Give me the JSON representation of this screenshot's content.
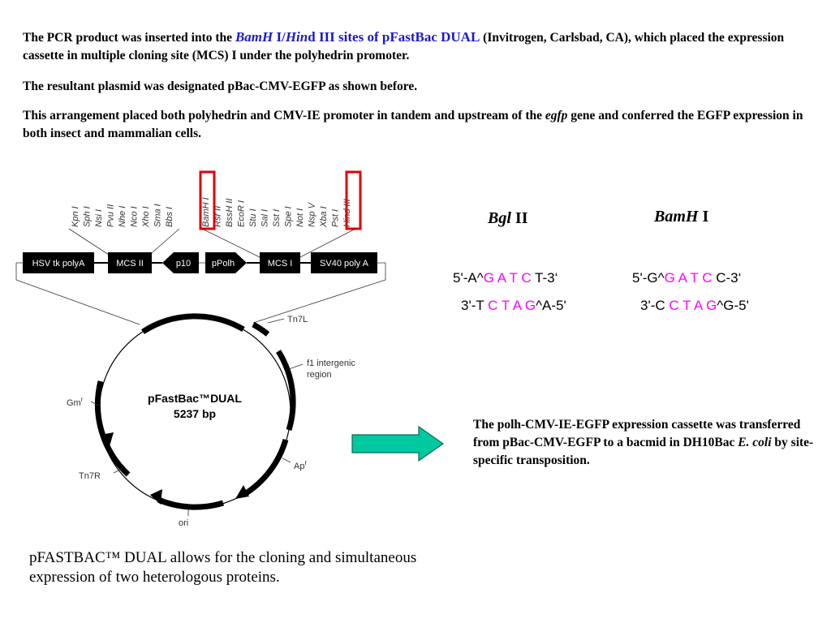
{
  "paragraph1": {
    "prefix": "The PCR product was inserted into the ",
    "bamh": "BamH",
    "i_slash": " I/",
    "hin": "Hin",
    "d_sites": "d III sites of pFastBac DUAL",
    "suffix": " (Invitrogen, Carlsbad, CA), which placed the expression cassette in multiple cloning site (MCS) I under the polyhedrin promoter."
  },
  "paragraph2": "The resultant plasmid was designated pBac-CMV-EGFP as shown before.",
  "paragraph3": {
    "prefix": "This arrangement placed both polyhedrin and CMV-IE promoter in tandem and upstream of the ",
    "gene": "egfp",
    "suffix": " gene and conferred the EGFP expression in both insect and mammalian cells."
  },
  "map": {
    "sites": [
      "Kpn I",
      "Sph I",
      "Nsi I",
      "Pvu II",
      "Nhe I",
      "Nco I",
      "Xho I",
      "Sma I",
      "Bbs I",
      "BamH I",
      "Rsr II",
      "BssH II",
      "EcoR I",
      "Stu I",
      "Sal I",
      "Sst I",
      "Spe I",
      "Not I",
      "Nsp V",
      "Xba I",
      "Pst I",
      "Hind III"
    ],
    "elements": [
      "HSV tk polyA",
      "MCS II",
      "p10",
      "pPolh",
      "MCS I",
      "SV40 poly A"
    ],
    "plasmid_name_line1": "pFastBac™DUAL",
    "plasmid_size": "5237 bp",
    "features": {
      "tn7l": "Tn7L",
      "f1_line1": "f1 intergenic",
      "f1_line2": "region",
      "gm": "Gm",
      "gm_sup": "r",
      "ap": "Ap",
      "ap_sup": "r",
      "tn7r": "Tn7R",
      "ori": "ori"
    },
    "highlight_color": "#e00000"
  },
  "enzymes": {
    "bgl_name": "Bgl",
    "bgl_num": " II",
    "bamh_name": "BamH",
    "bamh_num": " I"
  },
  "sequences": {
    "bgl_top_prefix": "5'-A^",
    "bgl_top_site": "G A T C",
    "bgl_top_suffix": " T-3‘",
    "bgl_bottom_prefix": "3'-T ",
    "bgl_bottom_site": "C T A G",
    "bgl_bottom_suffix": "^A-5'",
    "bamh_top_prefix": "5'-G^",
    "bamh_top_site": "G A T C",
    "bamh_top_suffix": " C-3‘",
    "bamh_bottom_prefix": "3'-C ",
    "bamh_bottom_site": "C T A G",
    "bamh_bottom_suffix": "^G-5'",
    "site_color": "#ff00ff"
  },
  "arrow_color": "#00c8a0",
  "transfer": {
    "prefix": "The polh-CMV-IE-EGFP expression cassette was transferred from pBac-CMV-EGFP to a bacmid in DH10Bac ",
    "organism": "E. coli",
    "suffix": " by site-specific transposition."
  },
  "caption": "pFASTBAC™ DUAL allows for the cloning and simultaneous expression of two heterologous proteins."
}
